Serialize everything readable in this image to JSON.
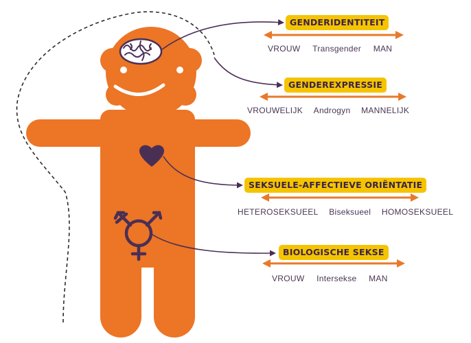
{
  "colors": {
    "body_orange": "#ec7526",
    "accent_yellow": "#f5c400",
    "arrow_orange": "#e8792b",
    "dark_purple": "#4a2f55",
    "brain_white": "#ffffff"
  },
  "icons": {
    "head": "brain-icon",
    "chest": "heart-icon",
    "groin": "transgender-symbol-icon"
  },
  "categories": [
    {
      "key": "identity",
      "title": "GENDERIDENTITEIT",
      "scale": [
        "VROUW",
        "Transgender",
        "MAN"
      ]
    },
    {
      "key": "expression",
      "title": "GENDEREXPRESSIE",
      "scale": [
        "VROUWELIJK",
        "Androgyn",
        "MANNELIJK"
      ]
    },
    {
      "key": "orientation",
      "title": "SEKSUELE-AFFECTIEVE ORIËNTATIE",
      "scale": [
        "HETEROSEKSUEEL",
        "Biseksueel",
        "HOMOSEKSUEEL"
      ]
    },
    {
      "key": "sex",
      "title": "BIOLOGISCHE SEKSE",
      "scale": [
        "VROUW",
        "Intersekse",
        "MAN"
      ]
    }
  ]
}
